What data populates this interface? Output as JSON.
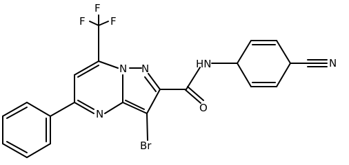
{
  "molecule": {
    "atoms": {
      "f_top": "F",
      "f_left": "F",
      "f_right": "F",
      "n_bridge": "N",
      "n_pyrazole": "N",
      "n_pyrimidine": "N",
      "n_amide": "HN",
      "o_carbonyl": "O",
      "br": "Br",
      "n_nitrile": "N"
    }
  }
}
